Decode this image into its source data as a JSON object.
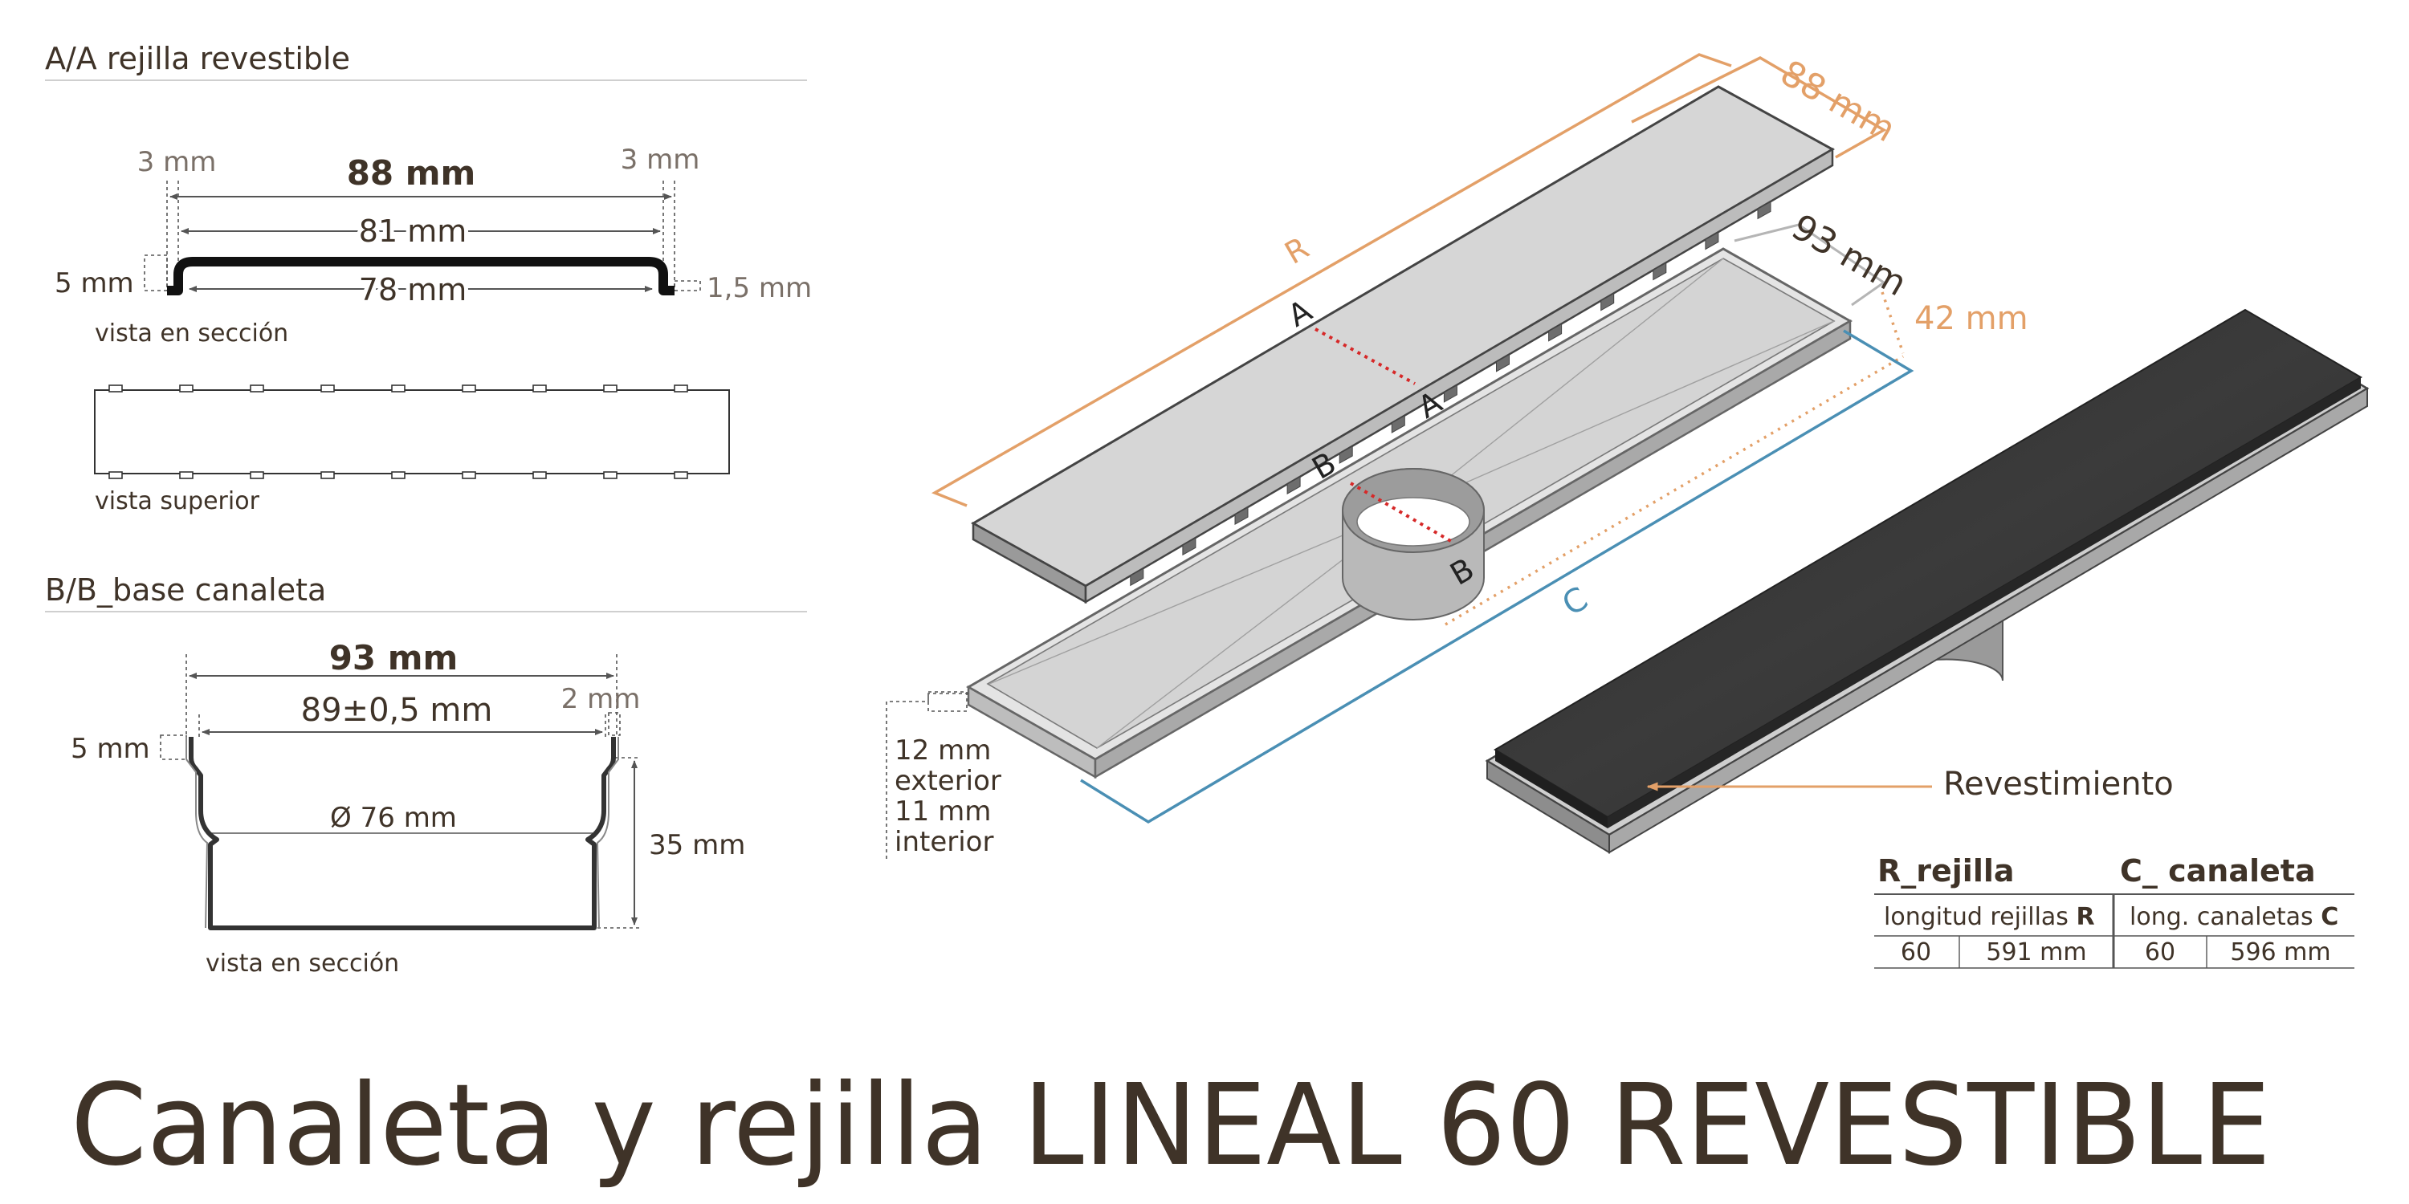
{
  "colors": {
    "text": "#3f3328",
    "grey_text": "#7a7068",
    "orange": "#e3a068",
    "blue": "#4a8fb4",
    "red": "#d62828",
    "line": "#555555",
    "panel_fill": "#d6d6d6",
    "tile": "#333333"
  },
  "section_aa": {
    "heading": "A/A rejilla revestible",
    "dim_total": "88 mm",
    "dim_left_margin": "3 mm",
    "dim_right_margin": "3 mm",
    "dim_inner": "81 mm",
    "dim_bottom": "78 mm",
    "dim_height": "5 mm",
    "dim_thickness": "1,5 mm",
    "caption_section": "vista en sección",
    "caption_top": "vista superior"
  },
  "section_bb": {
    "heading": "B/B_base canaleta",
    "dim_total": "93 mm",
    "dim_inner": "89±0,5 mm",
    "dim_lip": "2 mm",
    "dim_lip_height": "5 mm",
    "dim_diameter": "Ø 76 mm",
    "dim_height": "35 mm",
    "caption_section": "vista en sección"
  },
  "iso": {
    "label_r": "R",
    "label_c": "C",
    "label_a": "A",
    "label_b": "B",
    "dim_width_grate": "88 mm",
    "dim_width_channel": "93 mm",
    "dim_height": "42 mm",
    "edge_note": [
      "12 mm",
      "exterior",
      "11 mm",
      "interior"
    ],
    "coating_label": "Revestimiento"
  },
  "spec_table": {
    "r_header": "R_rejilla",
    "c_header": "C_ canaleta",
    "r_sub_prefix": "longitud rejillas ",
    "r_sub_bold": "R",
    "c_sub_prefix": "long. canaletas ",
    "c_sub_bold": "C",
    "r_model": "60",
    "r_length": "591 mm",
    "c_model": "60",
    "c_length": "596 mm"
  },
  "title": "Canaleta y rejilla LINEAL 60 REVESTIBLE"
}
